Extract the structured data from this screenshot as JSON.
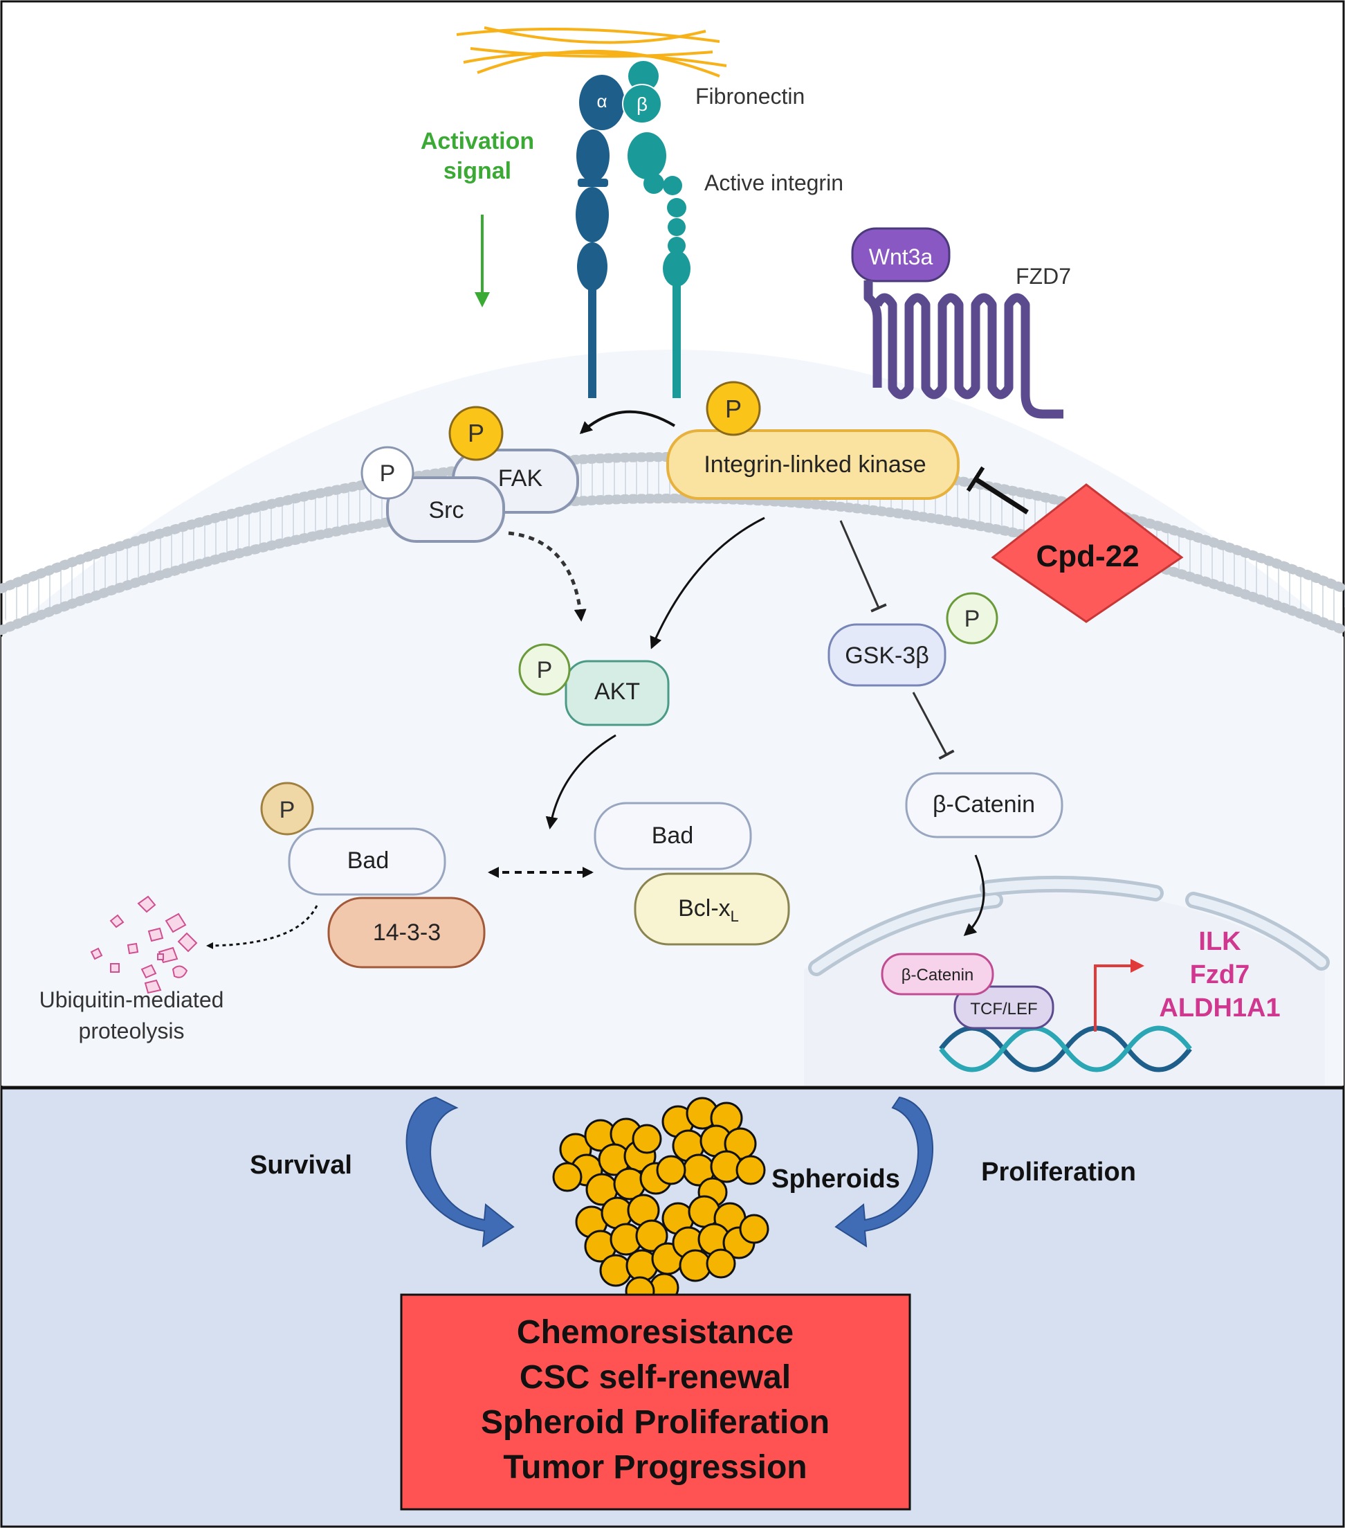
{
  "upper": {
    "fibronectin": "Fibronectin",
    "alpha": "α",
    "beta": "β",
    "active_integrin": "Active integrin",
    "activation_signal_line1": "Activation",
    "activation_signal_line2": "signal",
    "wnt3a": "Wnt3a",
    "fzd7": "FZD7",
    "p": "P",
    "fak": "FAK",
    "src": "Src",
    "ilk": "Integrin-linked kinase",
    "cpd22": "Cpd-22",
    "akt": "AKT",
    "gsk": "GSK-3β",
    "bcat": "β-Catenin",
    "bad": "Bad",
    "bcl_main": "Bcl-x",
    "bcl_sub": "L",
    "p1433": "14-3-3",
    "ubiq_line1": "Ubiquitin-mediated",
    "ubiq_line2": "proteolysis",
    "nuc_bcat": "β-Catenin",
    "tcf": "TCF/LEF",
    "genes": [
      "ILK",
      "Fzd7",
      "ALDH1A1"
    ]
  },
  "lower": {
    "survival": "Survival",
    "spheroids": "Spheroids",
    "proliferation": "Proliferation",
    "outcomes": [
      "Chemoresistance",
      "CSC self-renewal",
      "Spheroid Proliferation",
      "Tumor Progression"
    ]
  },
  "colors": {
    "activation_green": "#3aaa35",
    "gene_magenta": "#d0378f",
    "cpd_red": "#ff5a5a",
    "outcome_red": "#ff5252",
    "lower_panel": "#d6e0f0",
    "integrin_alpha": "#1d5f8a",
    "integrin_beta": "#1b9a9a",
    "fzd_purple": "#5c4a8f",
    "spheroid_yellow": "#f5b400",
    "arrow_blue": "#3f6cb4"
  }
}
